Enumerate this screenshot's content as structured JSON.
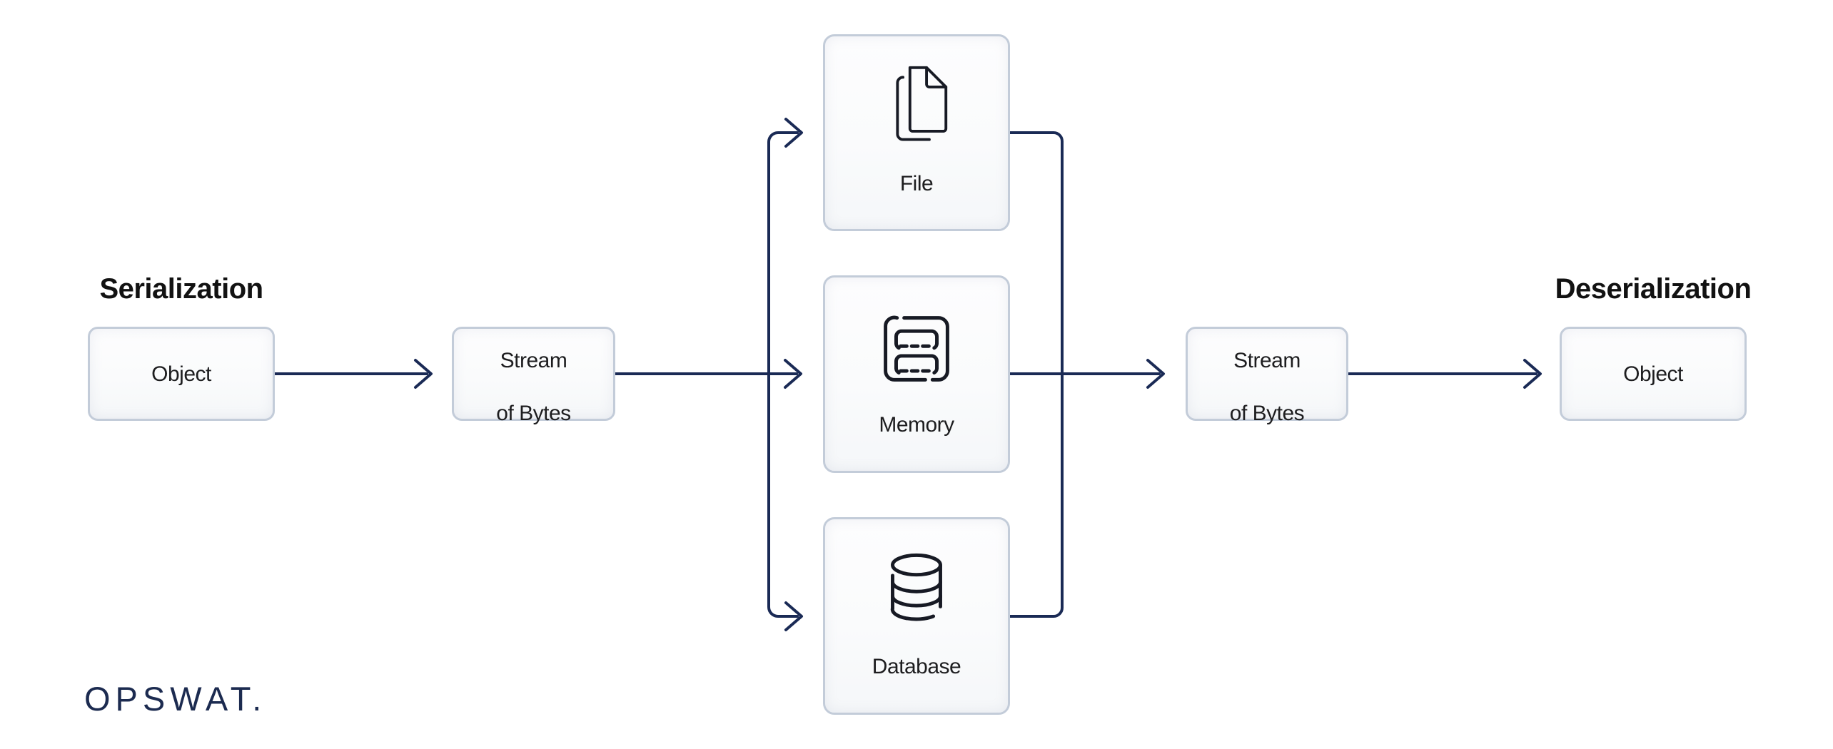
{
  "diagram": {
    "headings": {
      "left": "Serialization",
      "right": "Deserialization"
    },
    "nodes": {
      "object_left": {
        "label": "Object"
      },
      "stream_left": {
        "label_line1": "Stream",
        "label_line2": "of Bytes"
      },
      "file": {
        "label": "File",
        "icon": "file-icon"
      },
      "memory": {
        "label": "Memory",
        "icon": "memory-icon"
      },
      "database": {
        "label": "Database",
        "icon": "database-icon"
      },
      "stream_right": {
        "label_line1": "Stream",
        "label_line2": "of Bytes"
      },
      "object_right": {
        "label": "Object"
      }
    },
    "logo": {
      "text": "OPSWAT."
    },
    "colors": {
      "background": "#ffffff",
      "connector": "#1a2a55",
      "box_border": "#c3ccd9",
      "box_fill": "#fafbfc",
      "heading_text": "#121212",
      "label_text": "#1d1d1f",
      "icon_stroke": "#171a24",
      "logo": "#1c2b50"
    }
  }
}
